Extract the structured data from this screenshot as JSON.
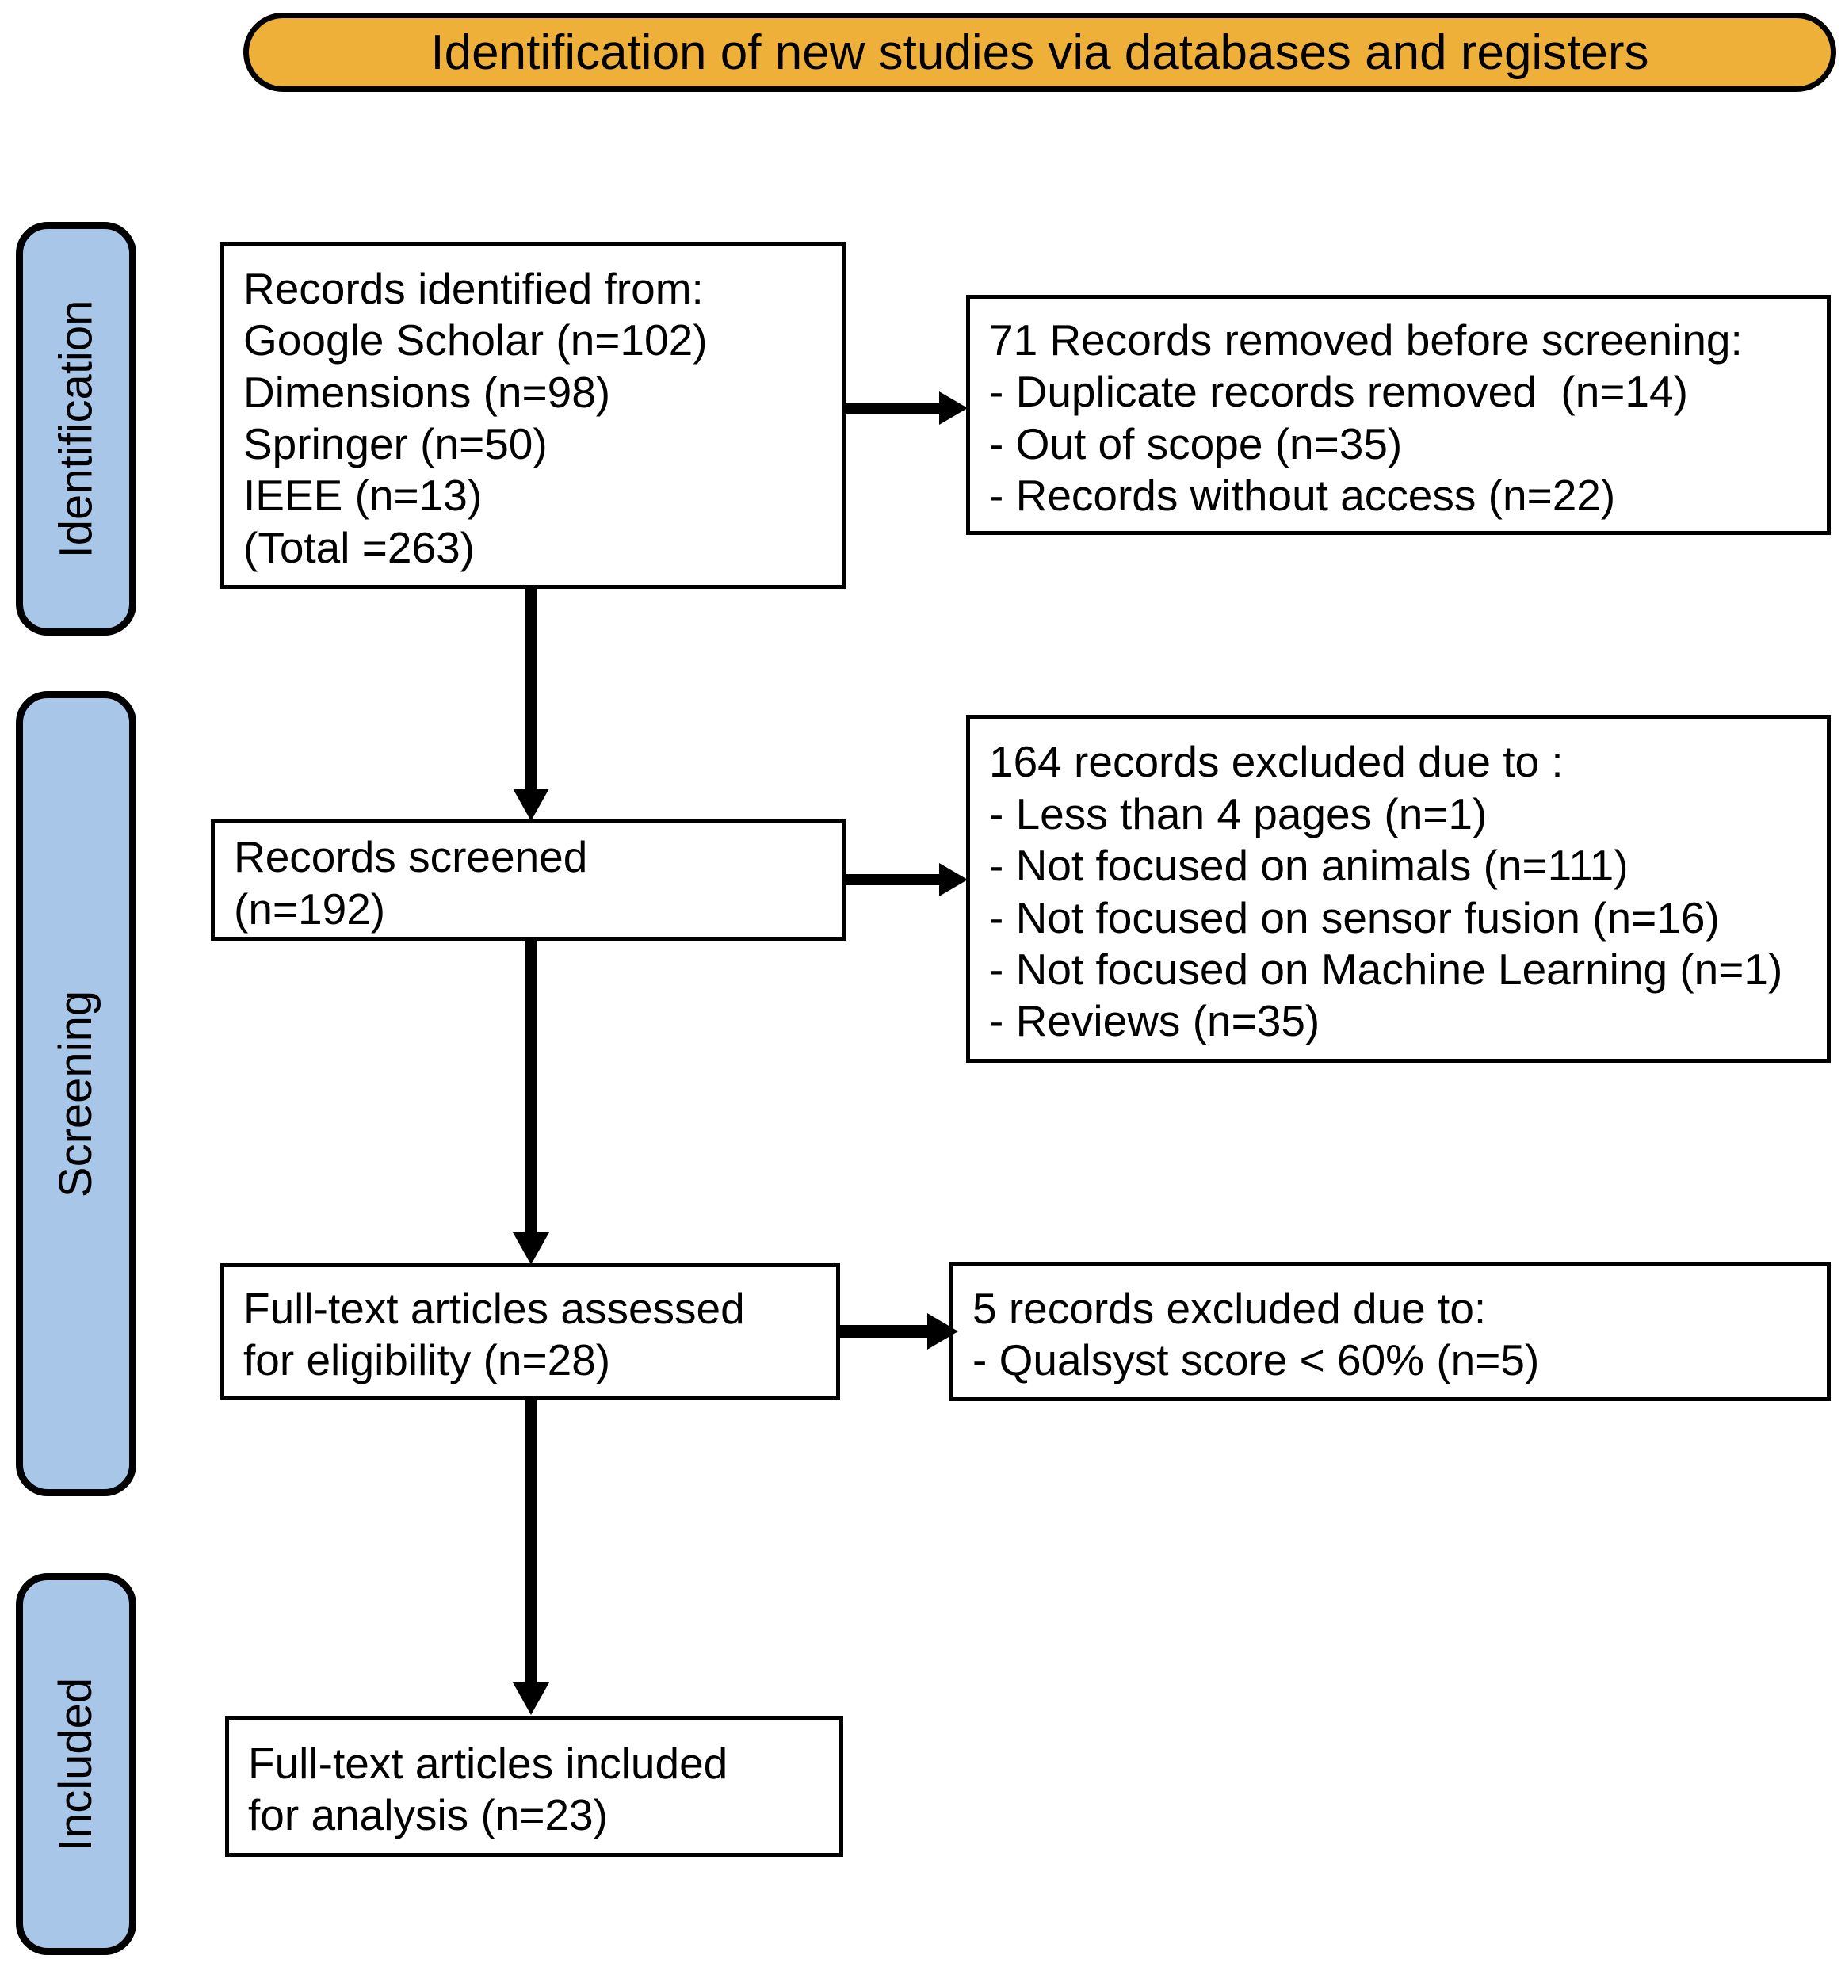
{
  "banner": {
    "title": "Identification of new studies via databases and registers",
    "fill_color": "#efb03a",
    "border_color": "#000000"
  },
  "stages": [
    {
      "id": "identification",
      "label": "Identification",
      "fill_color": "#a8c6e8"
    },
    {
      "id": "screening",
      "label": "Screening",
      "fill_color": "#a8c6e8"
    },
    {
      "id": "included",
      "label": "Included",
      "fill_color": "#a8c6e8"
    }
  ],
  "boxes": {
    "records_identified": {
      "lines": [
        "Records identified from:",
        "Google Scholar (n=102)",
        "Dimensions (n=98)",
        "Springer (n=50)",
        "IEEE (n=13)",
        "(Total =263)"
      ]
    },
    "records_removed": {
      "lines": [
        "71 Records removed before screening:",
        "- Duplicate records removed  (n=14)",
        "- Out of scope (n=35)",
        "- Records without access (n=22)"
      ]
    },
    "records_screened": {
      "lines": [
        "Records screened",
        "(n=192)"
      ]
    },
    "records_excluded": {
      "lines": [
        "164 records excluded due to :",
        "- Less than 4 pages (n=1)",
        "- Not focused on animals (n=111)",
        "- Not focused on sensor fusion (n=16)",
        "- Not focused on Machine Learning (n=1)",
        "- Reviews (n=35)"
      ]
    },
    "fulltext_assessed": {
      "lines": [
        "Full-text articles assessed",
        "for eligibility (n=28)"
      ]
    },
    "fulltext_excluded": {
      "lines": [
        "5 records excluded due to:",
        "- Qualsyst score < 60% (n=5)"
      ]
    },
    "fulltext_included": {
      "lines": [
        "Full-text articles included",
        "for analysis (n=23)"
      ]
    }
  },
  "chart_data": {
    "type": "diagram",
    "title": "Identification of new studies via databases and registers",
    "diagram_kind": "PRISMA flow diagram",
    "stages": [
      "Identification",
      "Screening",
      "Included"
    ],
    "nodes": [
      {
        "id": "records_identified",
        "stage": "Identification",
        "n": 263,
        "sources": [
          {
            "name": "Google Scholar",
            "n": 102
          },
          {
            "name": "Dimensions",
            "n": 98
          },
          {
            "name": "Springer",
            "n": 50
          },
          {
            "name": "IEEE",
            "n": 13
          }
        ]
      },
      {
        "id": "records_removed",
        "stage": "Identification",
        "n": 71,
        "reasons": [
          {
            "name": "Duplicate records removed",
            "n": 14
          },
          {
            "name": "Out of scope",
            "n": 35
          },
          {
            "name": "Records without access",
            "n": 22
          }
        ]
      },
      {
        "id": "records_screened",
        "stage": "Screening",
        "n": 192
      },
      {
        "id": "records_excluded",
        "stage": "Screening",
        "n": 164,
        "reasons": [
          {
            "name": "Less than 4 pages",
            "n": 1
          },
          {
            "name": "Not focused on animals",
            "n": 111
          },
          {
            "name": "Not focused on sensor fusion",
            "n": 16
          },
          {
            "name": "Not focused on Machine Learning",
            "n": 1
          },
          {
            "name": "Reviews",
            "n": 35
          }
        ]
      },
      {
        "id": "fulltext_assessed",
        "stage": "Screening",
        "n": 28
      },
      {
        "id": "fulltext_excluded",
        "stage": "Screening",
        "n": 5,
        "reasons": [
          {
            "name": "Qualsyst score < 60%",
            "n": 5
          }
        ]
      },
      {
        "id": "fulltext_included",
        "stage": "Included",
        "n": 23
      }
    ],
    "edges": [
      {
        "from": "records_identified",
        "to": "records_removed",
        "direction": "right"
      },
      {
        "from": "records_identified",
        "to": "records_screened",
        "direction": "down"
      },
      {
        "from": "records_screened",
        "to": "records_excluded",
        "direction": "right"
      },
      {
        "from": "records_screened",
        "to": "fulltext_assessed",
        "direction": "down"
      },
      {
        "from": "fulltext_assessed",
        "to": "fulltext_excluded",
        "direction": "right"
      },
      {
        "from": "fulltext_assessed",
        "to": "fulltext_included",
        "direction": "down"
      }
    ]
  }
}
